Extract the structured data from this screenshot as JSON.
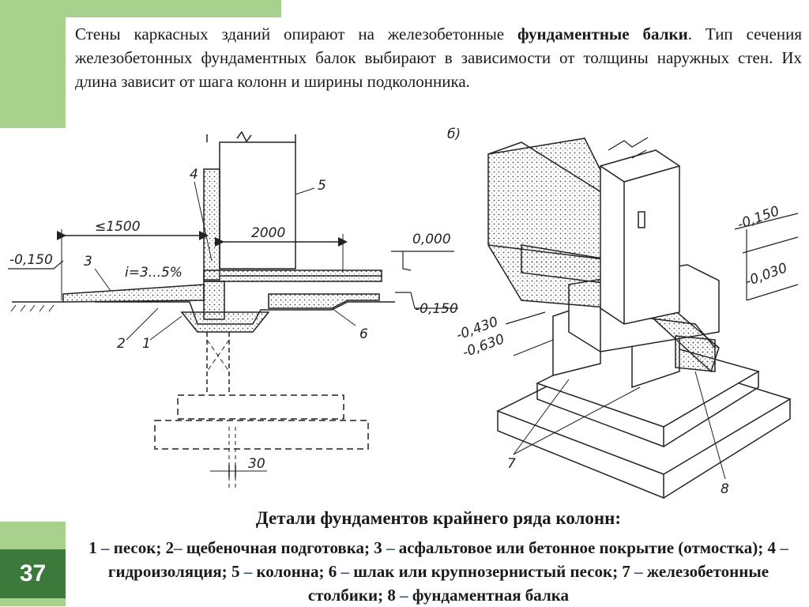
{
  "slide": {
    "page_number": "37",
    "intro": {
      "part1": "Стены каркасных зданий опирают на железобетонные ",
      "bold": "фундаментные балки",
      "part2": ". Тип сечения железобетонных фундаментных балок выбирают в зависимости от толщины наружных стен. Их длина зависит от шага колонн и ширины подколонника."
    },
    "caption": {
      "title": "Детали фундаментов крайнего ряда колонн:",
      "items": [
        {
          "num": "1",
          "sep": " – ",
          "text": "песок; "
        },
        {
          "num": "2",
          "sep": "– ",
          "text": "щебеночная подготовка; "
        },
        {
          "num": "3",
          "sep": " – ",
          "text": "асфальтовое или бетонное покрытие (отмостка); "
        },
        {
          "num": "4",
          "sep": " – ",
          "text": "гидроизоляция; "
        },
        {
          "num": "5",
          "sep": " – ",
          "text": "колонна; "
        },
        {
          "num": "6",
          "sep": " – ",
          "text": "шлак или крупнозернистый песок; "
        },
        {
          "num": "7",
          "sep": " – ",
          "text": "железобетонные столбики; "
        },
        {
          "num": "8",
          "sep": " – ",
          "text": "фундаментная балка"
        }
      ]
    }
  },
  "drawing_left": {
    "dims": {
      "d1500": "≤1500",
      "d2000": "2000",
      "d30": "30"
    },
    "elevations": {
      "top_left": "-0,150",
      "zero": "0,000",
      "right_low": "-0,150"
    },
    "slope": "i=3...5%",
    "labels": {
      "l1": "1",
      "l2": "2",
      "l3": "3",
      "l4": "4",
      "l5": "5",
      "l6": "6"
    }
  },
  "drawing_right": {
    "letter": "б)",
    "elevations": {
      "e150": "-0,150",
      "e030": "-0,030",
      "e430": "-0,430",
      "e630": "-0,630"
    },
    "labels": {
      "l7": "7",
      "l8": "8"
    }
  }
}
